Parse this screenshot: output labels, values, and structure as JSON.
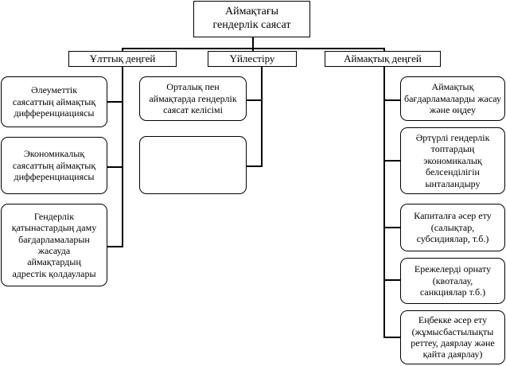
{
  "title": "Аймақтағы\nгендерлік саясат",
  "levels": [
    {
      "label": "Ұлттық деңгей",
      "items": [
        "Әлеуметтік\nсаясаттың аймақтық\nдифференциациясы",
        "Экономикалық\nсаясаттың аймақтық\nдифференциациясы",
        "Гендерлік\nқатынастардың даму\nбағдарламаларын\nжасауда\nаймақтардың\nадрестік қолдаулары"
      ]
    },
    {
      "label": "Үйлестіру",
      "items": [
        "Орталық пен\nаймақтарда гендерлік\nсаясат келісімі",
        ""
      ]
    },
    {
      "label": "Аймақтық деңгей",
      "items": [
        "Аймақтық\nбағдарламаларды жасау\nжәне өңдеу",
        "Әртүрлі гендерлік\nтоптардың\nэкономикалық\nбелсенділігін\nынталандыру",
        "Капиталға  әсер ету\n(салықтар,\nсубсидиялар, т.б.)",
        "Ережелерді орнату\n(квоталау,\nсанкциялар т.б.)",
        "Еңбекке  әсер ету\n(жұмысбастылықты\nреттеу, даярлау және\nқайта даярлау)"
      ]
    }
  ]
}
